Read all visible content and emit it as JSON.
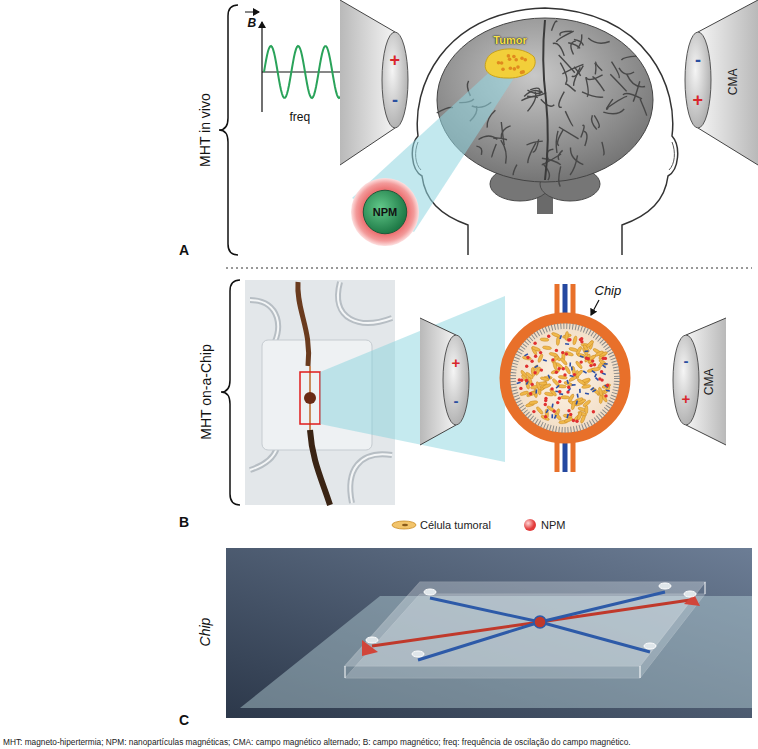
{
  "diagram": {
    "caption": "MHT: magneto-hipertermia; NPM: nanopartículas magnéticas; CMA: campo magnético alternado; B: campo magnético; freq: frequência de oscilação do campo magnético.",
    "nodes": [
      {
        "text": [
          "Tumor"
        ]
      },
      {
        "text": [
          "NPM"
        ]
      }
    ],
    "labels": [
      "MHT in vivo",
      "B",
      "freq",
      "+",
      "-",
      "-",
      "+",
      "CMA",
      "A",
      "MHT on-a-Chip",
      "+",
      "-",
      "-",
      "+",
      "CMA",
      "Chip",
      "B",
      "Chip",
      "C"
    ],
    "legend": [
      {
        "text": "Célula tumoral"
      },
      {
        "text": "NPM",
        "color": "#e23b3b"
      }
    ]
  }
}
